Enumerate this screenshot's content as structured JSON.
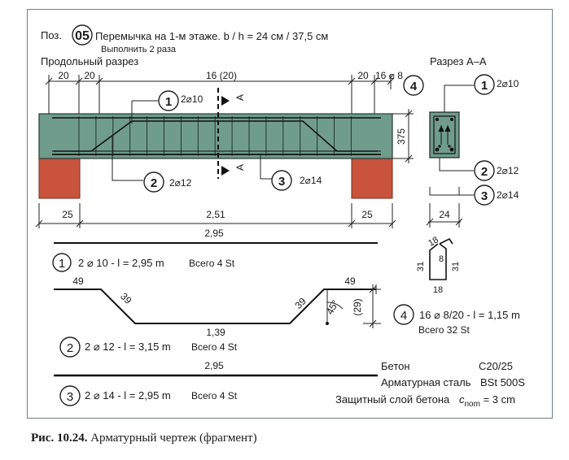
{
  "header": {
    "pos_label": "Поз.",
    "pos_number": "05",
    "title": "Перемычка на 1-м этаже. b / h = 24 см / 37,5 см",
    "subtitle": "Выполнить 2 раза",
    "long_section": "Продольный разрез",
    "cross_section": "Разрез A–A"
  },
  "dims": {
    "top_20_a": "20",
    "top_20_b": "20",
    "top_span": "16 (20)",
    "top_20_c": "20",
    "top_16_8": "16 ⌀ 8",
    "height_375": "375",
    "bottom_25_a": "25",
    "bottom_span": "2,51",
    "bottom_25_b": "25",
    "cs_width": "24"
  },
  "section_marks": {
    "top": "A",
    "bottom": "A"
  },
  "markers": {
    "m1_num": "1",
    "m1_label": "2⌀10",
    "m2_num": "2",
    "m2_label": "2⌀12",
    "m3_num": "3",
    "m3_label": "2⌀14",
    "m4_num": "4",
    "cs1_num": "1",
    "cs1_label": "2⌀10",
    "cs2_num": "2",
    "cs2_label": "2⌀12",
    "cs3_num": "3",
    "cs3_label": "2⌀14"
  },
  "bars": {
    "bar1": {
      "length_label": "2,95",
      "num": "1",
      "spec": "2 ⌀ 10 - l = 2,95 m",
      "total": "Всего 4 St"
    },
    "bar2": {
      "seg_left": "49",
      "seg_slope_left": "39",
      "seg_mid": "1,39",
      "seg_slope_right": "39",
      "angle": "45°",
      "seg_right": "49",
      "rise": "(29)",
      "num": "2",
      "spec": "2 ⌀ 12 - l = 3,15 m",
      "total": "Всего 4 St"
    },
    "bar3": {
      "length_label": "2,95",
      "num": "3",
      "spec": "2 ⌀ 14 - l = 2,95 m",
      "total": "Всего 4 St"
    },
    "stirrup": {
      "dim_hook": "18",
      "dim_inner": "8",
      "dim_left": "31",
      "dim_right": "31",
      "dim_bottom": "18",
      "num": "4",
      "spec": "16 ⌀ 8/20 - l = 1,15 m",
      "total": "Всего 32 St"
    }
  },
  "materials": {
    "concrete_label": "Бетон",
    "concrete_value": "C20/25",
    "steel_label": "Арматурная сталь",
    "steel_value": "BSt 500S",
    "cover_label": "Защитный слой бетона",
    "cover_value_prefix": "c",
    "cover_value_sub": "nom",
    "cover_value_suffix": " = 3 cm"
  },
  "caption": {
    "prefix": "Рис. 10.24.",
    "text": " Арматурный чертеж (фрагмент)"
  },
  "colors": {
    "beam_fill": "#6f9c8d",
    "support_fill": "#c9533c",
    "line": "#2a2a2a",
    "frame": "#6f7f86"
  }
}
